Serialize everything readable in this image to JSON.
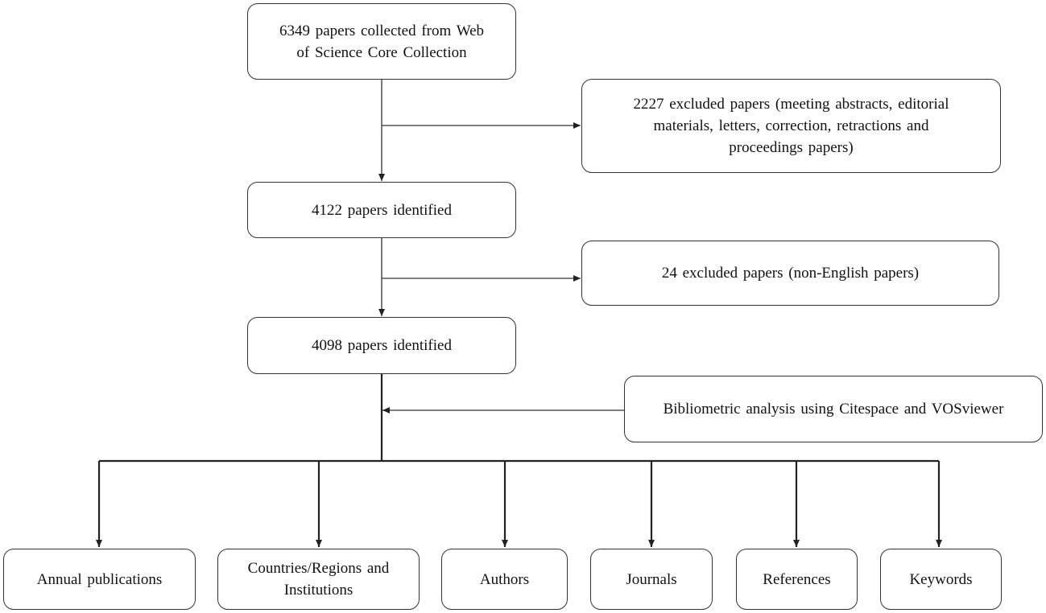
{
  "flowchart": {
    "collected": {
      "line1": "6349 papers collected from Web",
      "line2": "of Science Core Collection"
    },
    "excluded_first": {
      "line1": "2227 excluded papers (meeting abstracts, editorial",
      "line2": "materials, letters, correction, retractions and",
      "line3": "proceedings papers)"
    },
    "identified_first": "4122 papers identified",
    "excluded_second": "24 excluded papers (non-English papers)",
    "identified_second": "4098 papers identified",
    "analysis": "Bibliometric analysis using Citespace and VOSviewer",
    "outputs": {
      "annual": "Annual publications",
      "countries": {
        "line1": "Countries/Regions and",
        "line2": "Institutions"
      },
      "authors": "Authors",
      "journals": "Journals",
      "references": "References",
      "keywords": "Keywords"
    }
  }
}
